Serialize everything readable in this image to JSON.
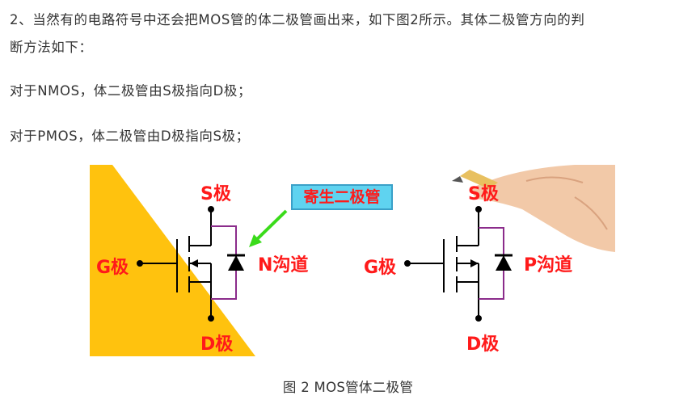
{
  "article": {
    "para1_line1": "2、当然有的电路符号中还会把MOS管的体二极管画出来，如下图2所示。其体二极管方向的判",
    "para1_line2": "断方法如下：",
    "para2": "对于NMOS，体二极管由S极指向D极；",
    "para3": "对于PMOS，体二极管由D极指向S极；"
  },
  "figure": {
    "caption": "图 2 MOS管体二极管",
    "nmos": {
      "source_label": "S极",
      "gate_label": "G极",
      "drain_label": "D极",
      "channel_label": "N沟道"
    },
    "pmos": {
      "source_label": "S极",
      "gate_label": "G极",
      "drain_label": "D极",
      "channel_label": "P沟道"
    },
    "callout": "寄生二极管"
  },
  "colors": {
    "label_red": "#ff1a1a",
    "callout_bg": "#5fd3f0",
    "yellow_bg": "#ffc20e",
    "diode_line": "#8b2c8b",
    "arrow_green": "#3adb1a"
  }
}
